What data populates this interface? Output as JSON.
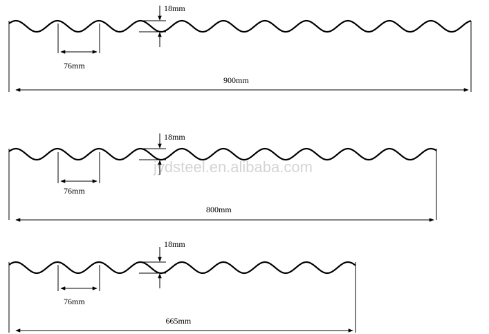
{
  "watermark": "jydsteel.en.alibaba.com",
  "line_color": "#000000",
  "watermark_color": "#d4d4d4",
  "profiles": [
    {
      "height_label": "18mm",
      "pitch_label": "76mm",
      "width_label": "900mm"
    },
    {
      "height_label": "18mm",
      "pitch_label": "76mm",
      "width_label": "800mm"
    },
    {
      "height_label": "18mm",
      "pitch_label": "76mm",
      "width_label": "665mm"
    }
  ]
}
